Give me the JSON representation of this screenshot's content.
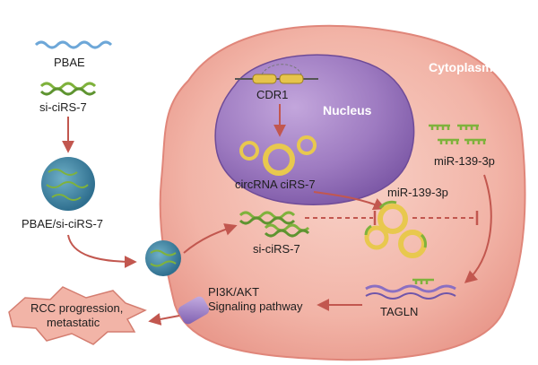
{
  "labels": {
    "pbae": "PBAE",
    "si_cirs7_top": "si-ciRS-7",
    "nanoparticle": "PBAE/si-ciRS-7",
    "cytoplasm": "Cytoplasm",
    "nucleus": "Nucleus",
    "cdr1": "CDR1",
    "circrna": "circRNA ciRS-7",
    "mir_cyto": "miR-139-3p",
    "mir_center": "miR-139-3p",
    "si_cirs7_cell": "si-ciRS-7",
    "tagln": "TAGLN",
    "pi3k_line1": "PI3K/AKT",
    "pi3k_line2": "Signaling pathway",
    "rcc_line1": "RCC progression,",
    "rcc_line2": "metastatic"
  },
  "colors": {
    "cell_fill": "#f2b9ad",
    "cell_edge": "#e0867a",
    "nucleus_fill": "#a47fc4",
    "arrow": "#c2574f",
    "circ_ring": "#e8c84e",
    "rna_green": "#7fb23c",
    "mrna_purple": "#8a6fc2",
    "tube": "#9a78c9"
  },
  "icons": [
    "pbae-polymer-wave",
    "sirna-duplex",
    "nanoparticle",
    "circrna-ring",
    "cdr1-gene",
    "mirna-strand",
    "mrna-strand",
    "pi3k-tube",
    "rcc-burst"
  ]
}
